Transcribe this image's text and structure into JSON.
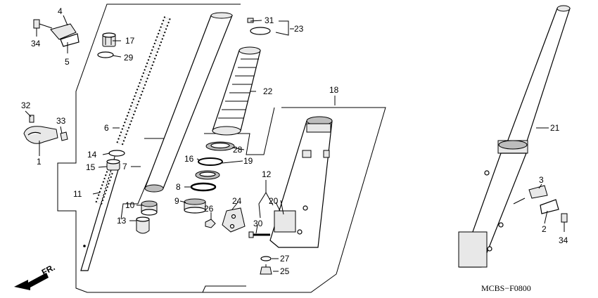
{
  "diagram_code": "MCBS−F0800",
  "direction_label": "FR.",
  "labels": {
    "p1": "1",
    "p2": "2",
    "p3": "3",
    "p4": "4",
    "p5": "5",
    "p6": "6",
    "p7": "7",
    "p8": "8",
    "p9": "9",
    "p10": "10",
    "p11": "11",
    "p12": "12",
    "p13": "13",
    "p14": "14",
    "p15": "15",
    "p16": "16",
    "p17": "17",
    "p18": "18",
    "p19": "19",
    "p20": "20",
    "p21": "21",
    "p22": "22",
    "p23": "23",
    "p24": "24",
    "p25": "25",
    "p26": "26",
    "p27": "27",
    "p28": "28",
    "p29": "29",
    "p30": "30",
    "p31": "31",
    "p32": "32",
    "p33": "33",
    "p34a": "34",
    "p34b": "34"
  }
}
